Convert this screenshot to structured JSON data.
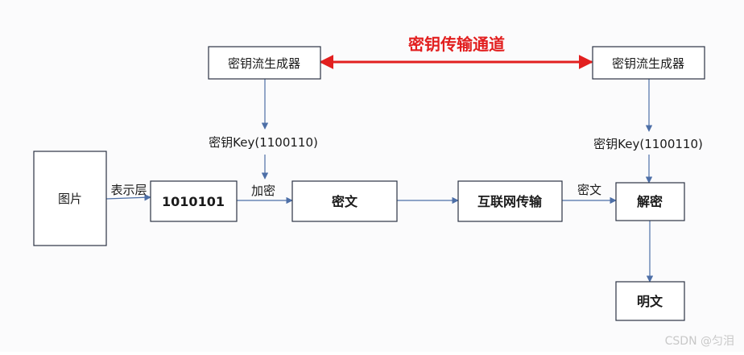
{
  "diagram": {
    "channel_label": "密钥传输通道",
    "nodes": {
      "keygen_left": "密钥流生成器",
      "keygen_right": "密钥流生成器",
      "image": "图片",
      "binary": "1010101",
      "ciphertext": "密文",
      "internet": "互联网传输",
      "decrypt": "解密",
      "plaintext": "明文"
    },
    "edge_labels": {
      "key_left": "密钥Key(1100110)",
      "key_right": "密钥Key(1100110)",
      "presentation_layer": "表示层",
      "encrypt": "加密",
      "ciphertext_transfer": "密文"
    },
    "watermark": "CSDN @匀泪"
  },
  "colors": {
    "node_border": "#2b3344",
    "arrow": "#4d6fa7",
    "channel": "#e21f1f",
    "text": "#1a1a1a",
    "watermark": "#c8c8c8"
  }
}
